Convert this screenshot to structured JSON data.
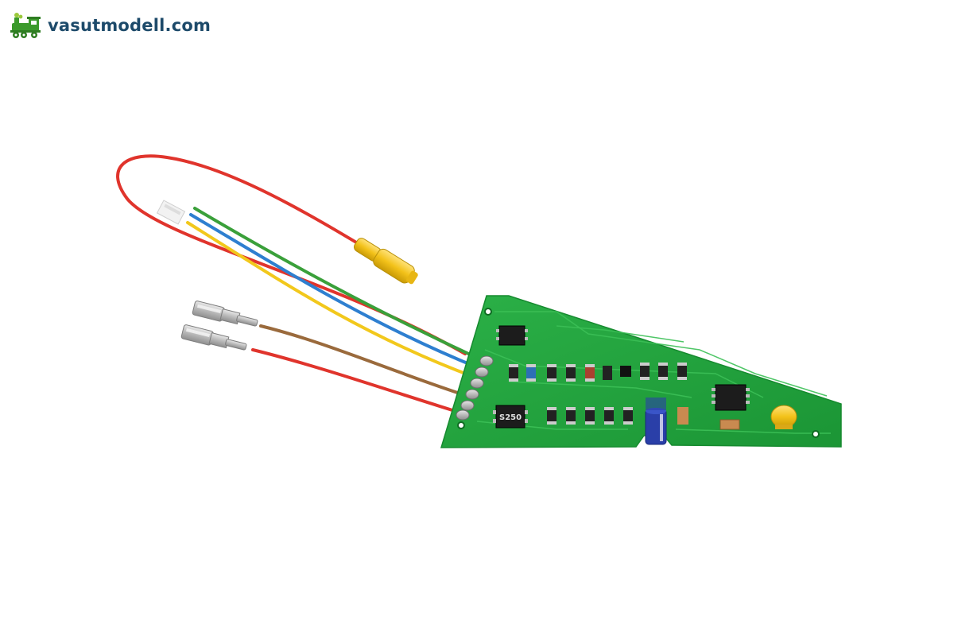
{
  "brand": {
    "name": "vasutmodell.com",
    "logo_icon": "locomotive-icon"
  },
  "photo": {
    "subject": "decoder-circuit-board",
    "component_label": "S250",
    "colors": {
      "pcb": "#1fa13b",
      "wire_red": "#e0342c",
      "wire_green": "#3aa03a",
      "wire_blue": "#2e7fd0",
      "wire_yellow": "#f2c81c",
      "wire_brown": "#9a6a3c",
      "connector_yellow": "#f3c21a"
    }
  }
}
